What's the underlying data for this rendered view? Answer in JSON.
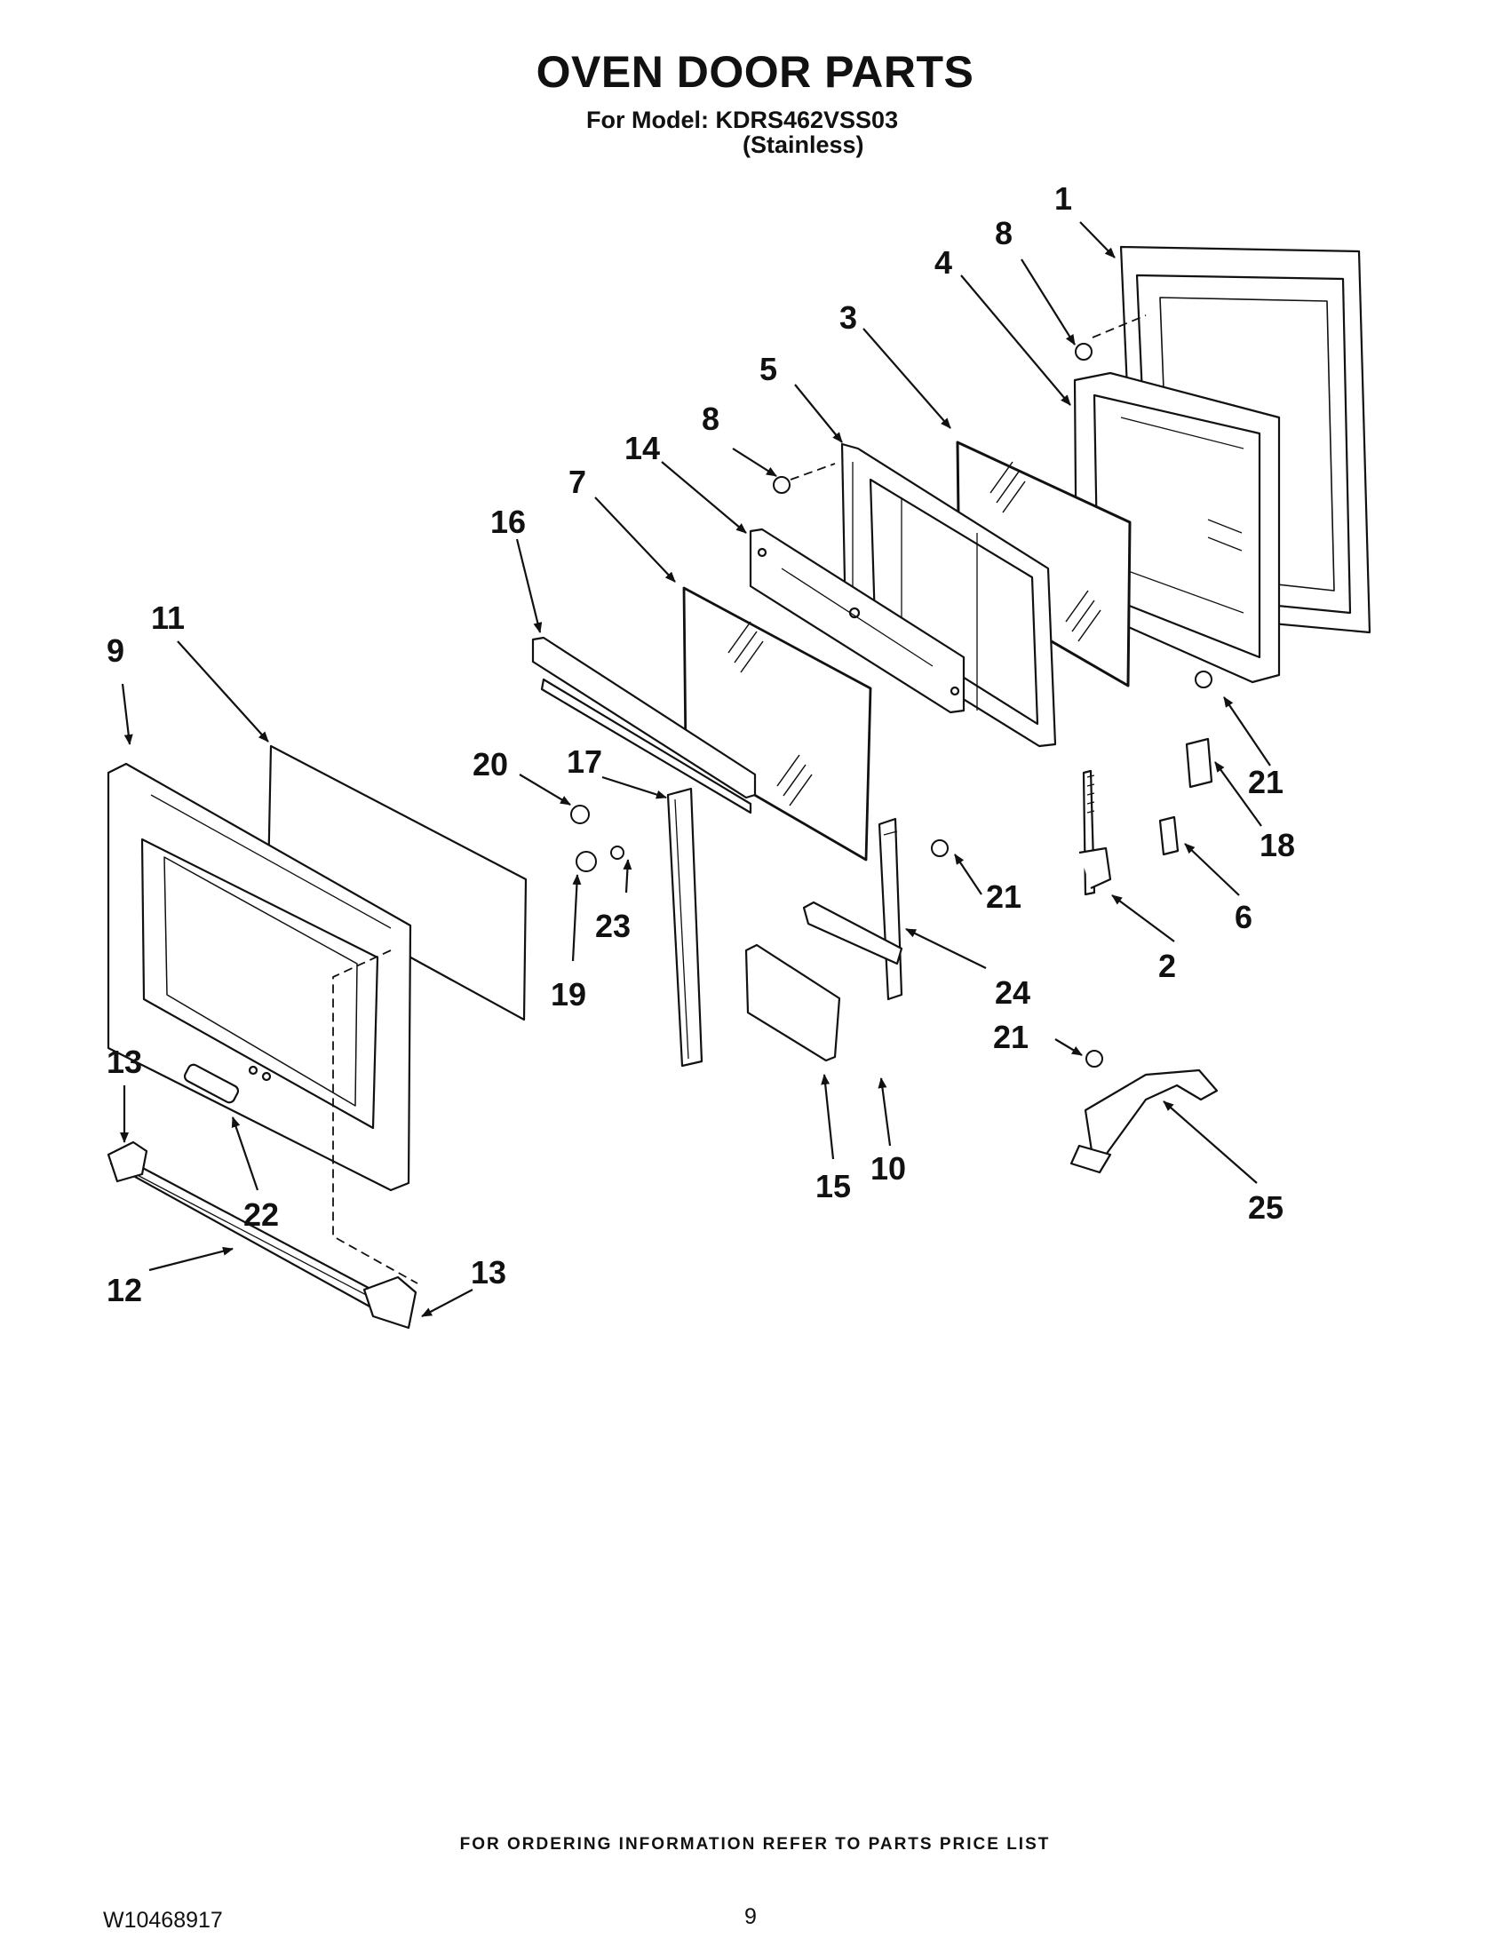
{
  "header": {
    "title": "OVEN DOOR PARTS",
    "model_line": "For Model: KDRS462VSS03",
    "variant_line": "(Stainless)"
  },
  "callouts": [
    "1",
    "8",
    "4",
    "3",
    "5",
    "8",
    "14",
    "7",
    "16",
    "11",
    "9",
    "20",
    "17",
    "21",
    "18",
    "6",
    "21",
    "23",
    "19",
    "24",
    "2",
    "21",
    "13",
    "22",
    "10",
    "15",
    "25",
    "12",
    "13"
  ],
  "footer": {
    "ordering_note": "FOR ORDERING INFORMATION REFER TO PARTS PRICE LIST",
    "document_number": "W10468917",
    "page_number": "9"
  }
}
